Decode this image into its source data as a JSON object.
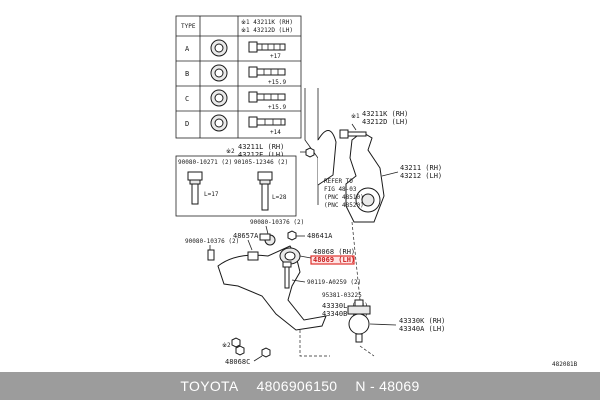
{
  "table": {
    "header_type": "TYPE",
    "header_lines": [
      "※1 43211K (RH)",
      "※1 43212D (LH)"
    ],
    "rows": [
      {
        "type": "A",
        "dim": "+17"
      },
      {
        "type": "B",
        "dim": "+15.9"
      },
      {
        "type": "C",
        "dim": "+15.9"
      },
      {
        "type": "D",
        "dim": "+14"
      }
    ]
  },
  "callouts": {
    "knuckle_rh_1": "43211K (RH)",
    "knuckle_lh_1": "43212D (LH)",
    "knuckle_rh_2": "43211L (RH)",
    "knuckle_lh_2": "43212E (LH)",
    "mark_1": "※1",
    "mark_2": "※2",
    "mark_2b": "※2",
    "knuckle_rh": "43211 (RH)",
    "knuckle_lh": "43212 (LH)",
    "refer_1": "REFER TO",
    "refer_2": "FIG 48-03",
    "refer_3": "(PNC 48510)",
    "refer_4": "(PNC 48520)",
    "bolt_a": "90080-10271 (2)",
    "bolt_b": "90105-12346 (2)",
    "bolt_a_len": "L=17",
    "bolt_b_len": "L=28",
    "p1": "90080-10376 (2)",
    "p2": "48657A",
    "p3": "48641A",
    "p4": "90080-10376 (2)",
    "p5": "48068 (RH)",
    "p6_highlight": "48069 (LH)",
    "p7": "90119-A0259 (2)",
    "p8": "95381-03225",
    "p9": "43330L (RH)",
    "p10": "43340B (LH)",
    "p11": "43330K (RH)",
    "p12": "43340A (LH)",
    "p13": "48068C",
    "diagram_id": "482081B"
  },
  "footer": {
    "brand": "TOYOTA",
    "part_number": "4806906150",
    "ref": "N - 48069"
  },
  "colors": {
    "highlight": "#e0322d",
    "footer_bg": "#9c9c9c"
  }
}
